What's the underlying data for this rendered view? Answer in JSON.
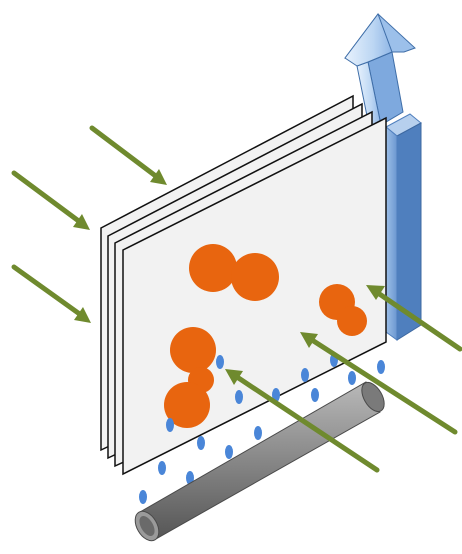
{
  "diagram": {
    "colors": {
      "panel_fill": "#f2f2f2",
      "panel_stroke": "#111111",
      "spots": "#e8650f",
      "bubbles": "#4a86d8",
      "arrows": "#6f8a2e",
      "pipe": "#7a7a7a",
      "column_front": "#7aa3d8",
      "column_side": "#4f7fbe",
      "up_arrow": "#bcd6f3"
    },
    "icons": {
      "up_arrow": "up-arrow-icon",
      "inflow_arrow": "arrow-icon"
    },
    "panel_count": 4,
    "incoming_arrow_count": 6,
    "spot_count": 7,
    "bubble_count": 15
  }
}
